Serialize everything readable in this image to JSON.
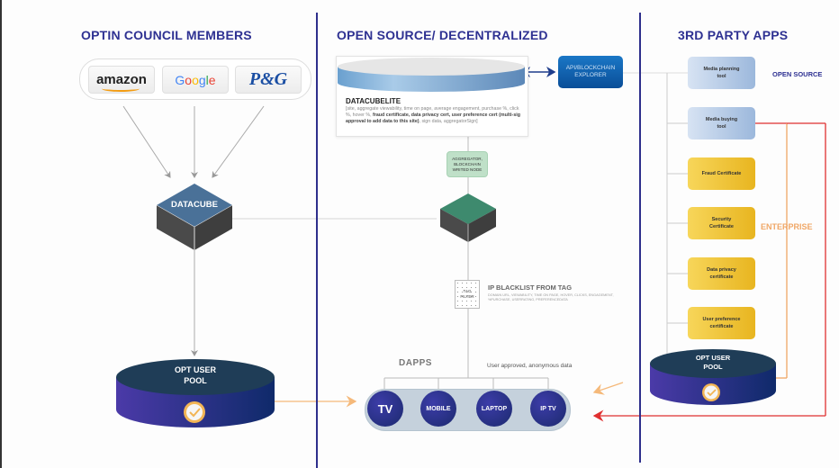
{
  "diagram": {
    "columns": [
      {
        "title": "OPTIN COUNCIL MEMBERS"
      },
      {
        "title": "OPEN SOURCE/ DECENTRALIZED"
      },
      {
        "title": "3RD PARTY APPS"
      }
    ],
    "council_members": [
      "amazon",
      "Google",
      "P&G"
    ],
    "datacube": {
      "label": "DATACUBE"
    },
    "left_pool": {
      "line1": "OPT USER",
      "line2": "POOL",
      "icon": "check-badge-icon"
    },
    "datacubelite": {
      "title": "DATACUBELITE",
      "desc_plain": "[site, aggregate viewability, time on page, average engagement, purchase %, click %, hover %, ",
      "desc_bold": "fraud certificate, data privacy cert, user preference cert (multi-sig approval to add data to this site)",
      "desc_tail": ", sign data, aggregatorSign]"
    },
    "api_explorer": {
      "line1": "API/BLOCKCHAIN",
      "line2": "EXPLORER"
    },
    "aggregator": {
      "line1": "AGGREGATOR,",
      "line2": "BLOCKCHAIN",
      "line3": "WRITED NODE"
    },
    "tag_filter": {
      "line1": "TAG",
      "line2": "FILTER"
    },
    "ip_blacklist": {
      "title": "IP BLACKLIST FROM TAG",
      "desc": "DOMAIN URL, VIEWABILITY, TIME ON PAGE, HOVER, CLICKS, ENGAGEMENT, %PURCHASE, USERRATING, PREFERENCEDATA"
    },
    "dapps": {
      "title": "DAPPS",
      "note": "User approved, anonymous data",
      "items": [
        "TV",
        "MOBILE",
        "LAPTOP",
        "IP TV"
      ]
    },
    "third_party": {
      "open_source_label": "OPEN SOURCE",
      "enterprise_label": "ENTERPRISE",
      "open_source_tools": [
        {
          "line1": "Media planning",
          "line2": "tool"
        },
        {
          "line1": "Media buying",
          "line2": "tool"
        }
      ],
      "enterprise_tools": [
        {
          "line1": "Fraud Certificate",
          "line2": ""
        },
        {
          "line1": "Security",
          "line2": "Certificate"
        },
        {
          "line1": "Data privacy",
          "line2": "certificate"
        },
        {
          "line1": "User preference",
          "line2": "certificate"
        }
      ],
      "pool": {
        "line1": "OPT USER",
        "line2": "POOL"
      }
    },
    "colors": {
      "heading": "#2e3192",
      "divider": "#2e2f8c",
      "datacube_top": "#4a7198",
      "node_top": "#3e8a6e",
      "cube_side": "#4a4a4a",
      "enterprise_line": "#f0a766",
      "red_line": "#e03030",
      "pool_top": "#1f3d57",
      "pool_side": "#3a3aa8"
    }
  }
}
